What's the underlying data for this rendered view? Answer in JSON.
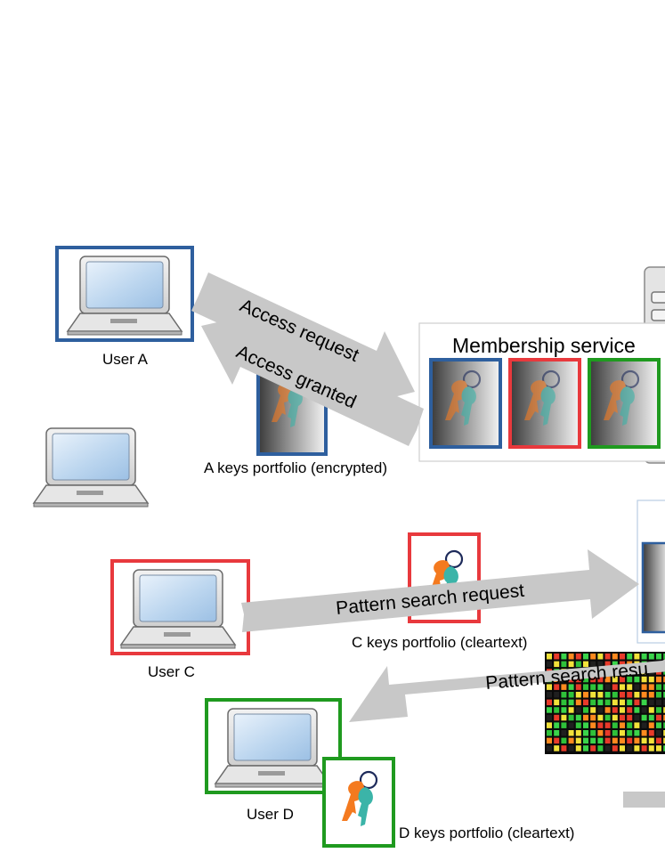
{
  "labels": {
    "user_a": "User A",
    "user_c": "User C",
    "user_d": "User D",
    "a_portfolio": "A keys portfolio (encrypted)",
    "c_portfolio": "C keys portfolio (cleartext)",
    "d_portfolio": "D keys portfolio (cleartext)",
    "membership_service": "Membership service"
  },
  "arrows": {
    "access_request": "Access request",
    "access_granted": "Access granted",
    "pattern_search_request": "Pattern search request",
    "pattern_search_result": "Pattern search resu"
  },
  "colors": {
    "user_a": "#2e5f9e",
    "user_c": "#e8393d",
    "user_d": "#1f9a1f",
    "arrow": "#c8c8c8"
  },
  "icons": [
    "laptop-icon",
    "key-icon",
    "server-icon",
    "dna-sequence-image"
  ]
}
